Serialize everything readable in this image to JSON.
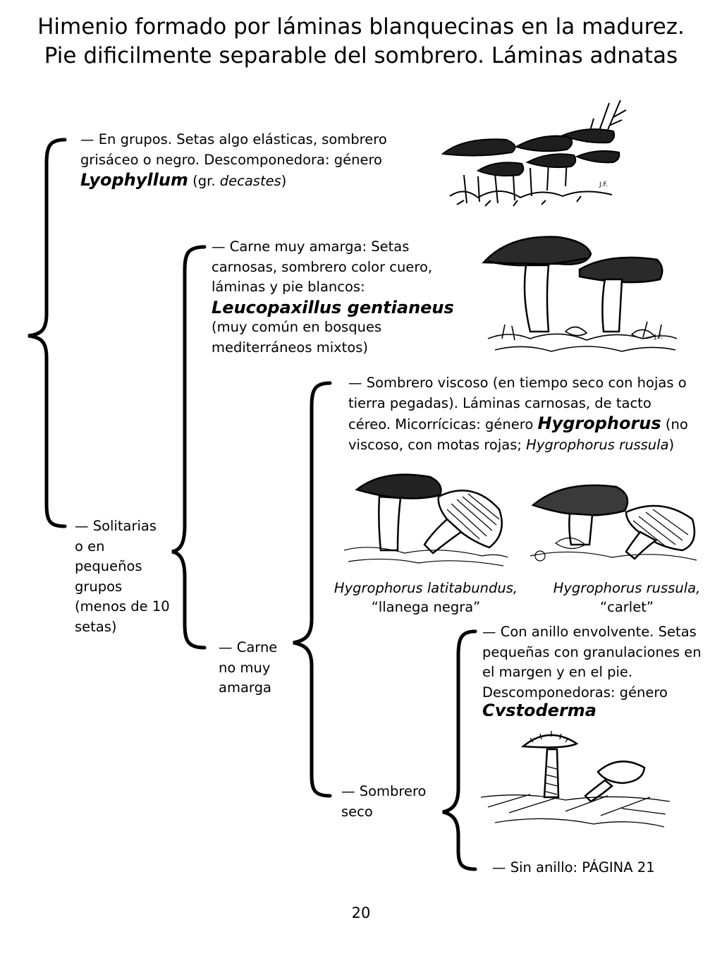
{
  "header": {
    "line1": "Himenio formado por láminas blanquecinas en la madurez.",
    "line2": "Pie dificilmente separable del sombrero. Láminas adnatas"
  },
  "key": {
    "grupos": {
      "l1": "— En grupos. Setas algo elásticas, sombrero",
      "l2": "grisáceo o negro. Descomponedora: género",
      "genus": "Lyophyllum",
      "l3_pre": " (gr. ",
      "l3_it": "decastes",
      "l3_post": ")"
    },
    "solitarias": {
      "l1": "— Solitarias",
      "l2": "o en",
      "l3": "pequeños",
      "l4": "grupos",
      "l5": "(menos de 10",
      "l6": "setas)"
    },
    "amarga": {
      "l1": "— Carne muy amarga: Setas",
      "l2": "carnosas, sombrero color cuero,",
      "l3": "láminas y pie blancos:",
      "species": "Leucopaxillus gentianeus",
      "l4": "(muy común en bosques",
      "l5": "mediterráneos mixtos)"
    },
    "no_amarga": {
      "l1": "— Carne",
      "l2": "no muy",
      "l3": "amarga"
    },
    "viscoso": {
      "l1": "— Sombrero viscoso (en tiempo seco con hojas o",
      "l2": "tierra pegadas). Láminas carnosas, de tacto",
      "l3_pre": "céreo. Micorrícicas: género ",
      "genus": "Hygrophorus",
      "l3_post": " (no",
      "l4_pre": "viscoso, con motas rojas; ",
      "l4_it": "Hygrophorus russula",
      "l4_post": ")"
    },
    "seco": {
      "l1": "— Sombrero",
      "l2": "seco"
    },
    "anillo": {
      "l1": "— Con anillo envolvente. Setas",
      "l2": "pequeñas con granulaciones en",
      "l3": "el margen y en el pie.",
      "l4": "Descomponedoras: género",
      "genus": "Cystoderma"
    },
    "sin_anillo": {
      "l1": "— Sin anillo: PÁGINA 21"
    }
  },
  "captions": {
    "latitabundus_l1": "Hygrophorus latitabundus,",
    "latitabundus_l2": "“llanega negra”",
    "russula_l1": "Hygrophorus russula,",
    "russula_l2": "“carlet”"
  },
  "illustrations": {
    "signature": "J.F."
  },
  "page_number": "20"
}
